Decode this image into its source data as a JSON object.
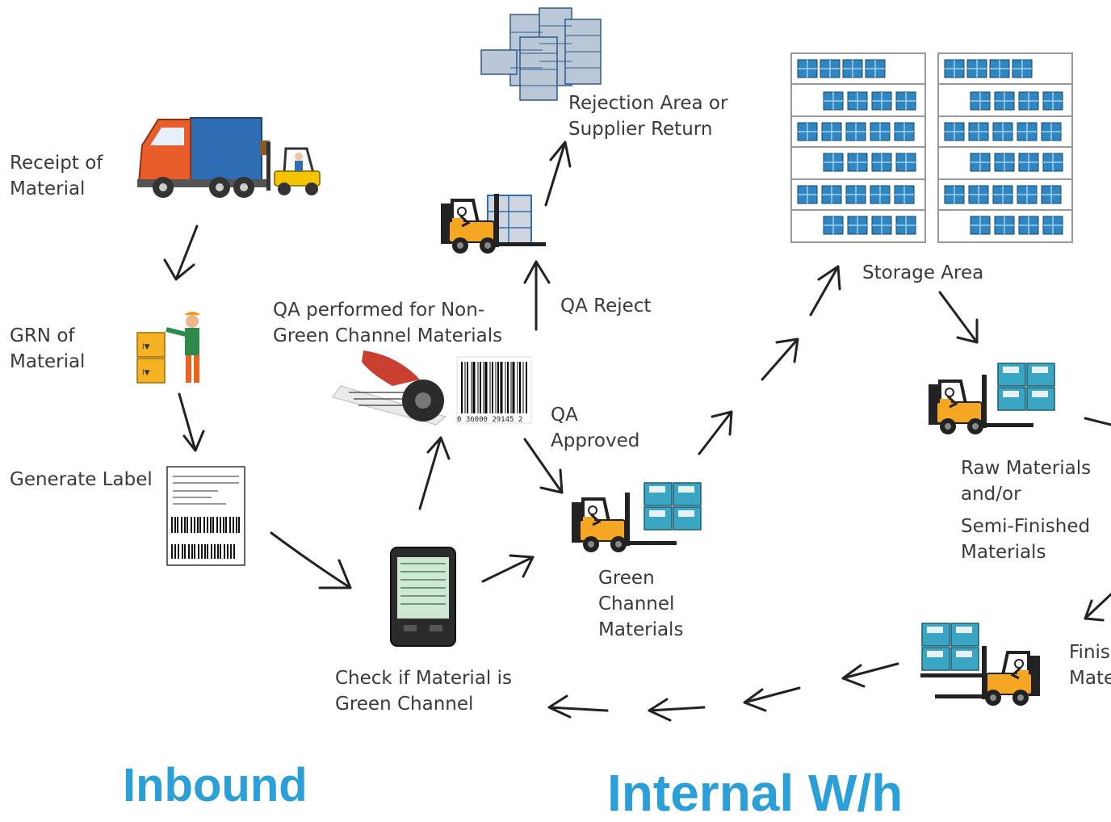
{
  "labels": {
    "receipt": [
      "Receipt of",
      "Material"
    ],
    "grn": [
      "GRN of",
      "Material"
    ],
    "generate_label": "Generate Label",
    "qa_performed": [
      "QA performed for Non-",
      "Green Channel Materials"
    ],
    "rejection": [
      "Rejection Area or",
      "Supplier Return"
    ],
    "qa_reject": "QA Reject",
    "qa_approved": [
      "QA",
      "Approved"
    ],
    "check_green": [
      "Check if Material is",
      "Green Channel"
    ],
    "green_channel": [
      "Green",
      "Channel",
      "Materials"
    ],
    "storage": "Storage Area",
    "raw_materials": [
      "Raw Materials",
      "and/or",
      "Semi-Finished",
      "Materials"
    ],
    "finished_partial": [
      "Finis",
      "Mate"
    ]
  },
  "sections": {
    "inbound": "Inbound",
    "internal": "Internal W/h"
  },
  "colors": {
    "section_blue": "#2a9fd8",
    "forklift_orange": "#f5a623",
    "pallet_blue": "#3aa6c4",
    "rack_blue": "#2f86c0",
    "truck_red": "#e85d2a",
    "truck_blue": "#2f6db5",
    "text": "#3a3a3a"
  },
  "icons": [
    "truck-forklift-icon",
    "worker-boxes-icon",
    "shipping-label-icon",
    "handheld-scanner-icon",
    "label-roller-icon",
    "barcode-icon",
    "forklift-pallet-icon",
    "warehouse-racks-icon",
    "stacked-pallets-icon"
  ],
  "barcode_number": "0  36000  29145  2"
}
